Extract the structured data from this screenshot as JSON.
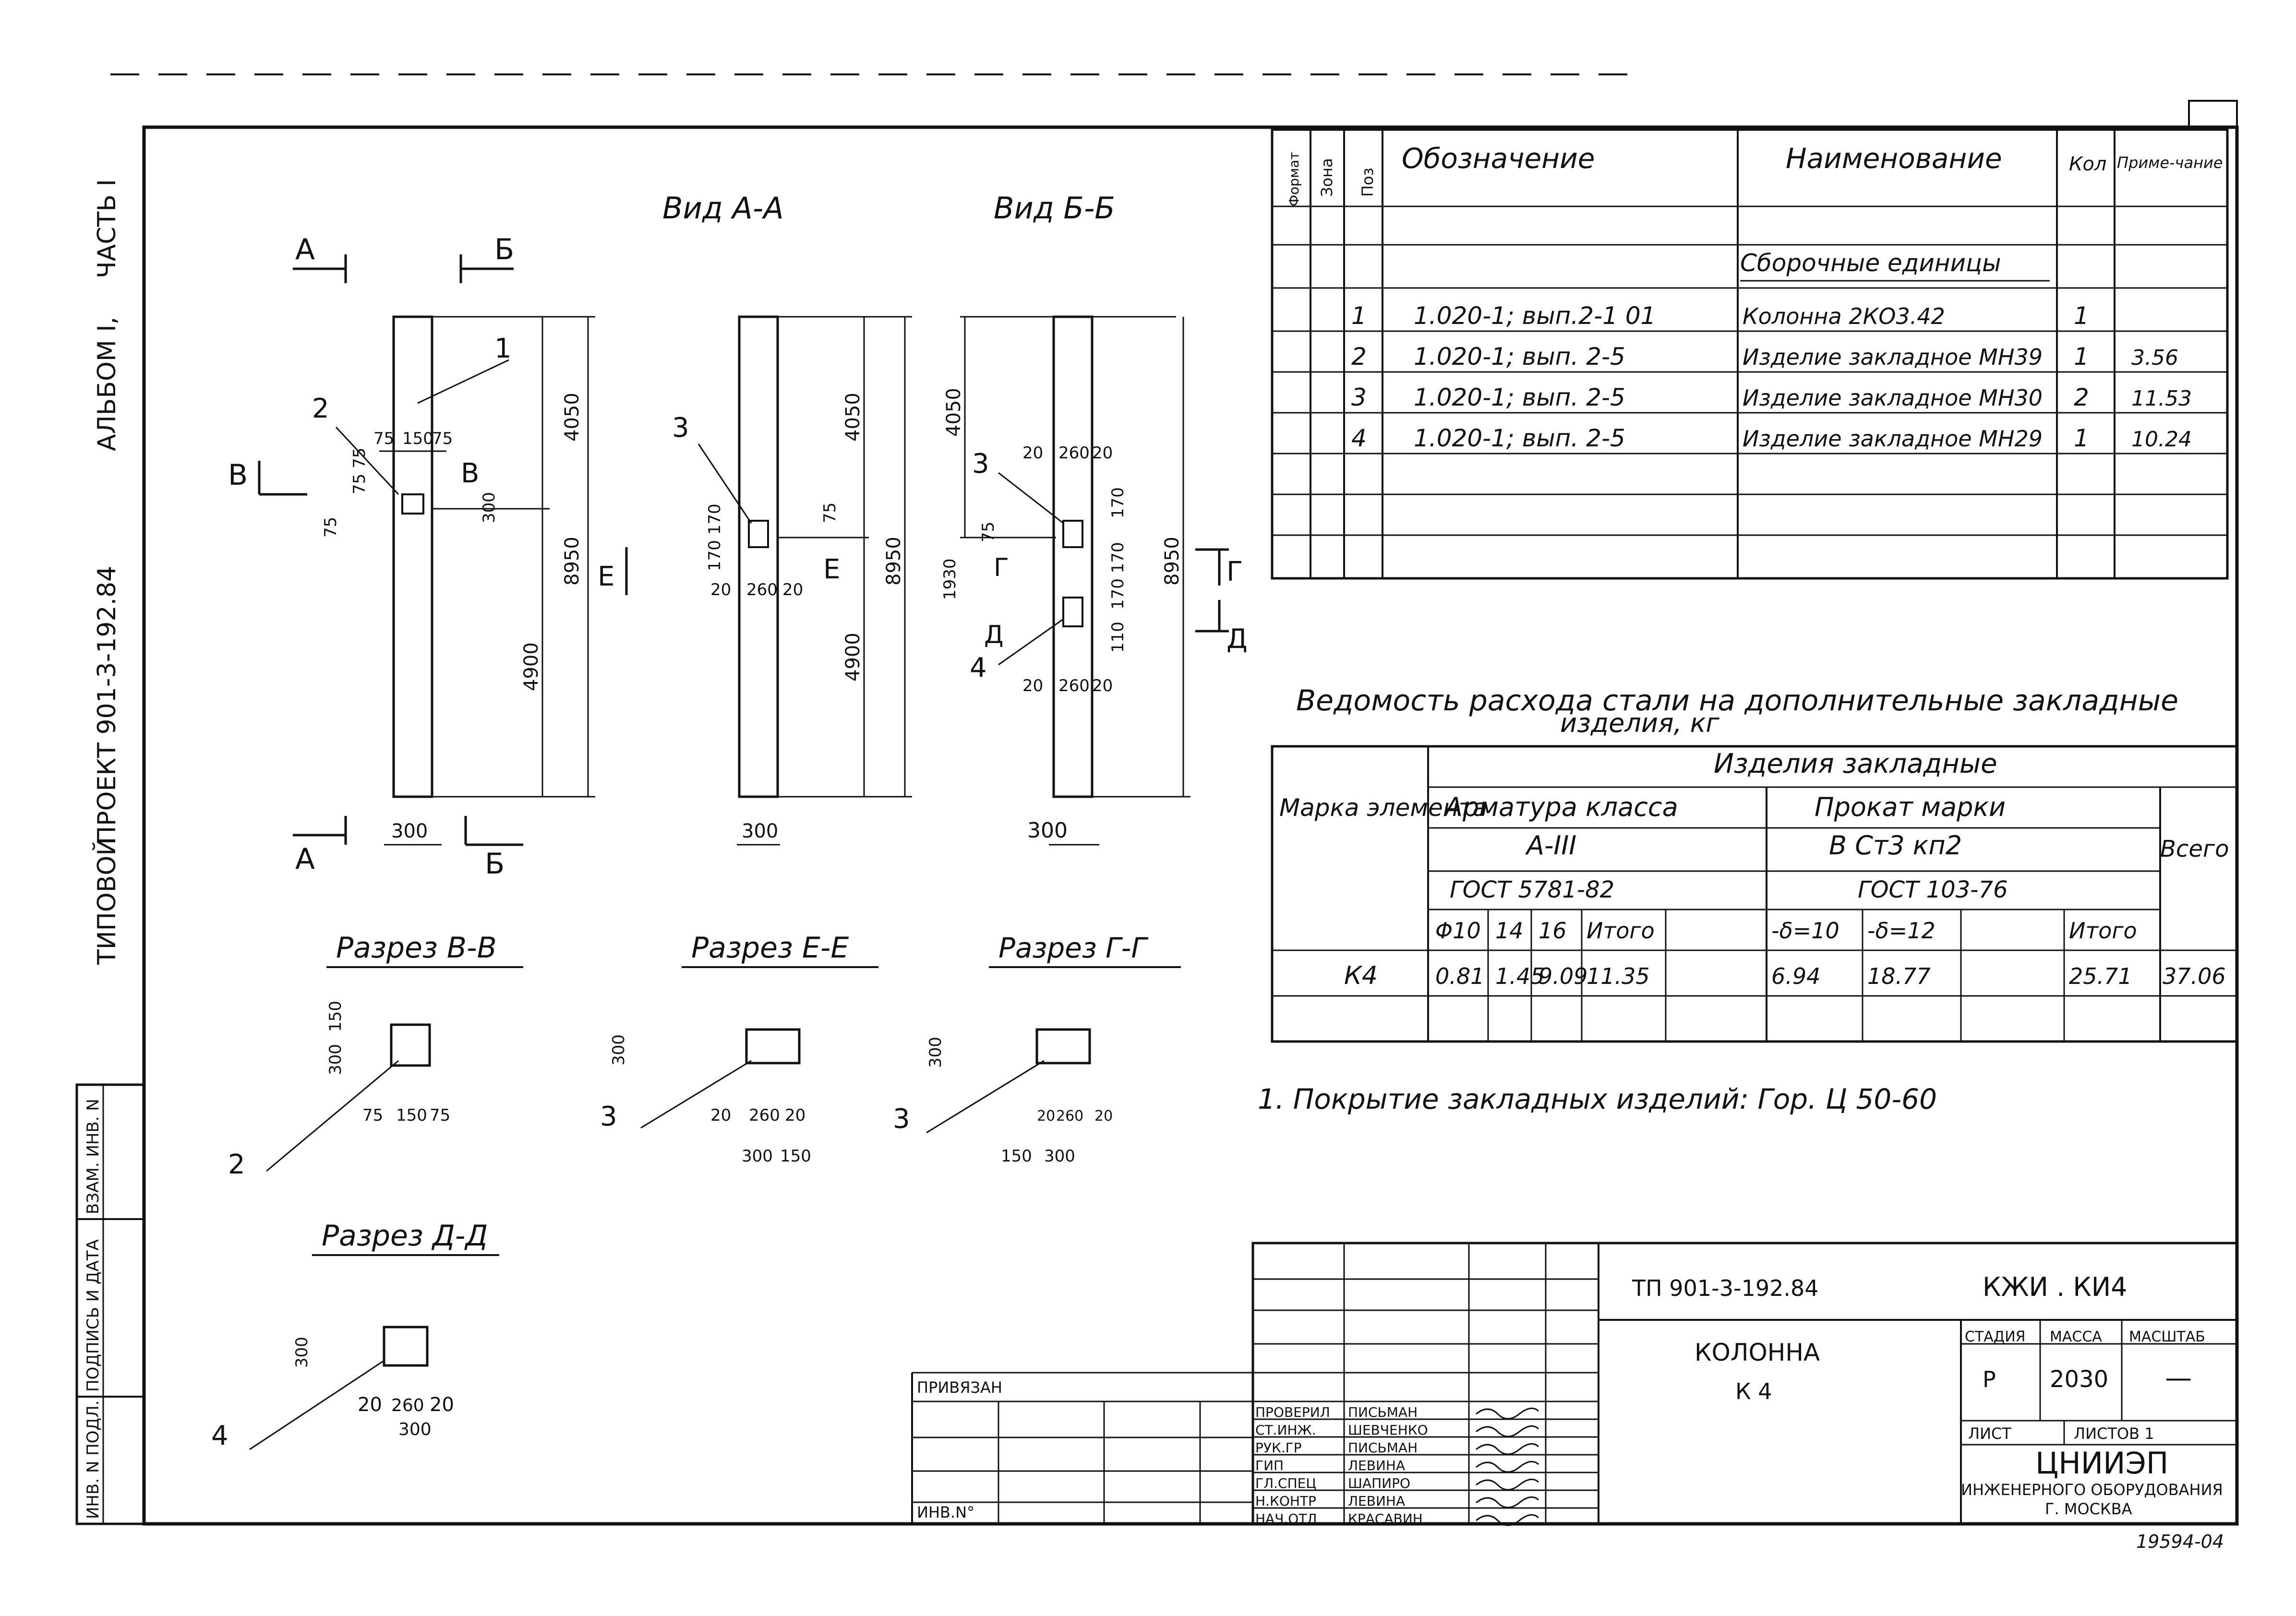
{
  "side": {
    "series": "ТИПОВОЙ",
    "project": "ПРОЕКТ 901-3-192.84",
    "album": "АЛЬБОМ I,",
    "part": "ЧАСТЬ I",
    "inv_orig": "ИНВ. N ПОДЛ.",
    "sign_date": "ПОДПИСЬ И ДАТА",
    "inv_repl": "ВЗАМ. ИНВ. N"
  },
  "views": {
    "view_aa": "Вид А-А",
    "view_bb": "Вид Б-Б",
    "sec_vv": "Разрез В-В",
    "sec_ee": "Разрез Е-Е",
    "sec_gg": "Разрез Г-Г",
    "sec_dd": "Разрез Д-Д"
  },
  "marks": {
    "A": "А",
    "B": "Б",
    "V": "В",
    "E": "Е",
    "G": "Г",
    "D": "Д"
  },
  "pos": {
    "p1": "1",
    "p2": "2",
    "p3": "3",
    "p4": "4"
  },
  "dims": {
    "d4050": "4050",
    "d4900": "4900",
    "d8950": "8950",
    "d300": "300",
    "d75": "75",
    "d150": "150",
    "d20": "20",
    "d260": "260",
    "d170": "170",
    "d110": "110",
    "d1930": "1930",
    "d170_170": "170 170",
    "d75_75": "75 75"
  },
  "spec": {
    "headers": {
      "format": "Формат",
      "zone": "Зона",
      "pos": "Поз",
      "designation": "Обозначение",
      "name": "Наименование",
      "qty": "Кол",
      "note": "Приме-чание"
    },
    "section_title": "Сборочные единицы",
    "rows": [
      {
        "pos": "1",
        "designation": "1.020-1; вып.2-1 01",
        "name": "Колонна 2КО3.42",
        "qty": "1",
        "note": ""
      },
      {
        "pos": "2",
        "designation": "1.020-1; вып. 2-5",
        "name": "Изделие закладное МН39",
        "qty": "1",
        "note": "3.56"
      },
      {
        "pos": "3",
        "designation": "1.020-1; вып. 2-5",
        "name": "Изделие закладное МН30",
        "qty": "2",
        "note": "11.53"
      },
      {
        "pos": "4",
        "designation": "1.020-1; вып. 2-5",
        "name": "Изделие закладное МН29",
        "qty": "1",
        "note": "10.24"
      }
    ]
  },
  "steel": {
    "title_line1": "Ведомость расхода стали на дополнительные закладные",
    "title_line2": "изделия, кг",
    "col_mark": "Марка элемента",
    "col_group": "Изделия закладные",
    "col_rebar": "Арматура класса",
    "col_rebar_class": "А-III",
    "col_rebar_gost": "ГОСТ 5781-82",
    "col_rolled": "Прокат марки",
    "col_rolled_grade": "В Ст3 кп2",
    "col_rolled_gost": "ГОСТ 103-76",
    "col_total": "Всего",
    "sub": [
      "Φ10",
      "14",
      "16",
      "Итого",
      "-δ=10",
      "-δ=12",
      "",
      "Итого"
    ],
    "row": {
      "mark": "К4",
      "values": [
        "0.81",
        "1.45",
        "9.09",
        "11.35",
        "6.94",
        "18.77",
        "",
        "25.71"
      ],
      "total": "37.06"
    }
  },
  "note": "1. Покрытие закладных изделий: Гор. Ц 50-60",
  "stamp": {
    "doc_code": "ТП 901-3-192.84",
    "sheet_code": "КЖИ . КИ4",
    "title1": "КОЛОННА",
    "title2": "К 4",
    "stage_label": "СТАДИЯ",
    "stage": "Р",
    "mass_label": "МАССА",
    "mass": "2030",
    "scale_label": "МАСШТАБ",
    "scale": "—",
    "sheet_label": "ЛИСТ",
    "sheets_label": "ЛИСТОВ 1",
    "org1": "ЦНИИЭП",
    "org2": "ИНЖЕНЕРНОГО ОБОРУДОВАНИЯ",
    "org3": "Г. МОСКВА",
    "bound": "ПРИВЯЗАН",
    "inv_no": "ИНВ.N°",
    "staff": [
      {
        "role": "ПРОВЕРИЛ",
        "name": "ПИСЬМАН"
      },
      {
        "role": "СТ.ИНЖ.",
        "name": "ШЕВЧЕНКО"
      },
      {
        "role": "РУК.ГР",
        "name": "ПИСЬМАН"
      },
      {
        "role": "ГИП",
        "name": "ЛЕВИНА"
      },
      {
        "role": "ГЛ.СПЕЦ",
        "name": "ШАПИРО"
      },
      {
        "role": "Н.КОНТР",
        "name": "ЛЕВИНА"
      },
      {
        "role": "НАЧ.ОТД",
        "name": "КРАСАВИН"
      }
    ],
    "archive_no": "19594-04"
  }
}
